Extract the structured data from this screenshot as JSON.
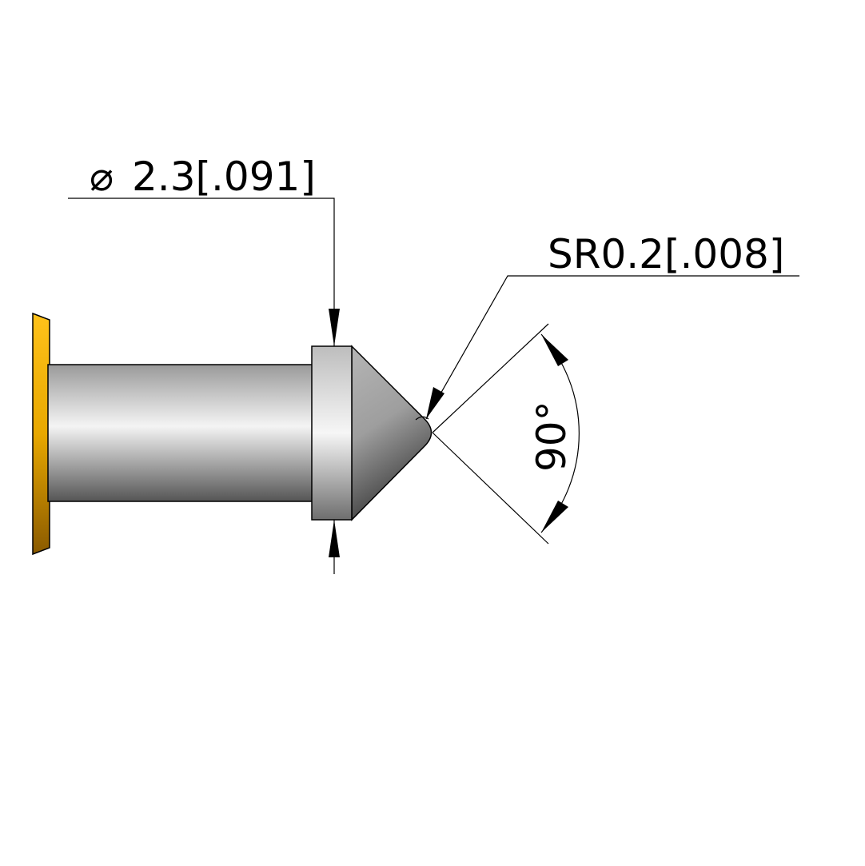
{
  "dimensions": {
    "diameter_symbol": "⌀",
    "diameter": "2.3[.091]",
    "sphere_radius": "SR0.2[.008]",
    "angle": "90°"
  },
  "colors": {
    "flange": "#e8a800",
    "body": "#c8c8c8",
    "line": "#000000"
  }
}
